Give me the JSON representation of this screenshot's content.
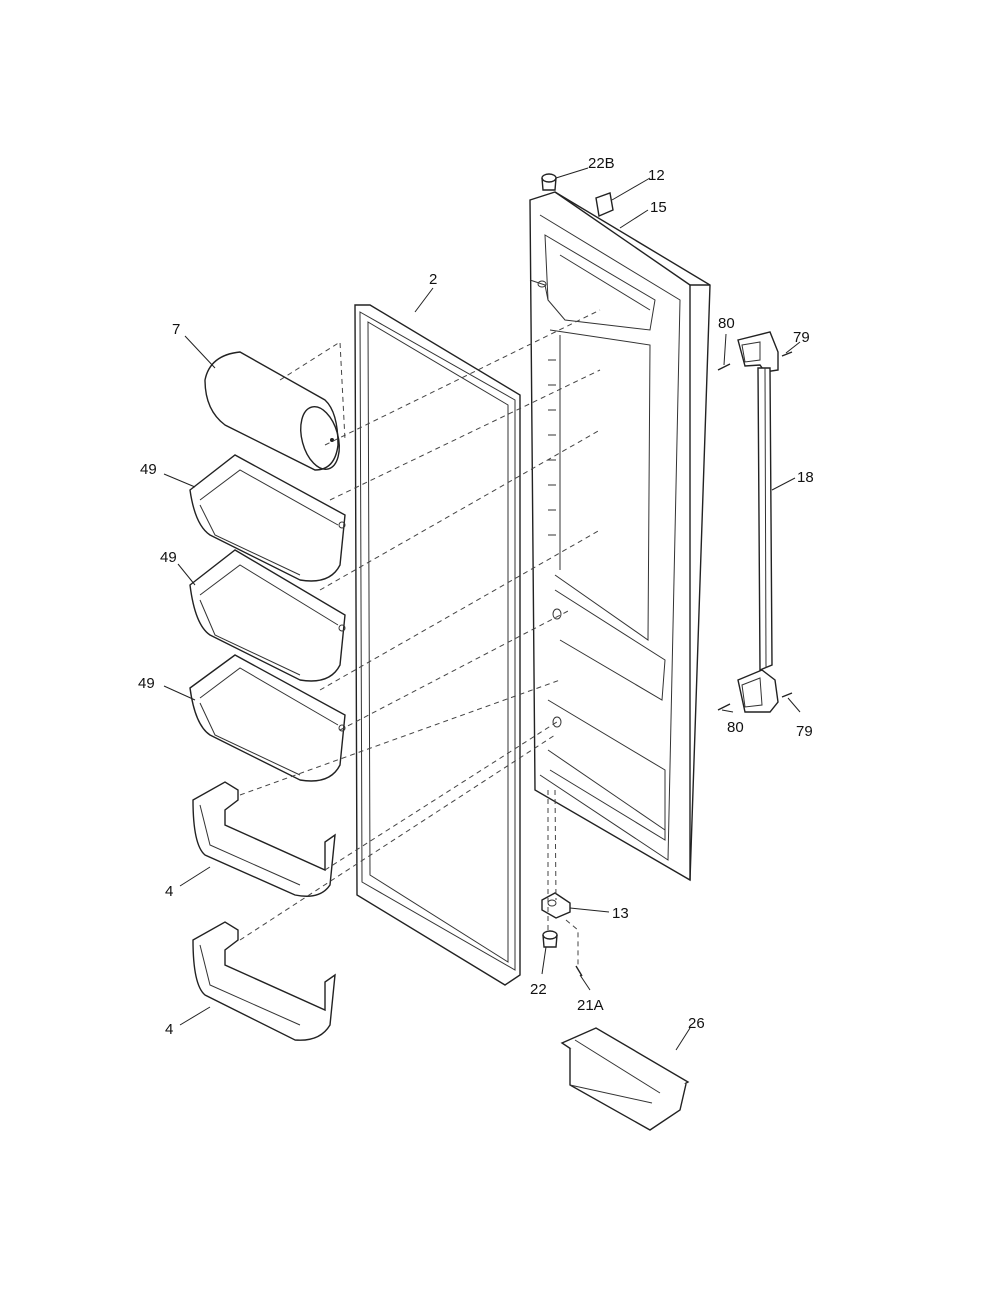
{
  "diagram": {
    "labels": {
      "p22b": "22B",
      "p12": "12",
      "p15": "15",
      "p2": "2",
      "p7": "7",
      "p80a": "80",
      "p79a": "79",
      "p18": "18",
      "p49a": "49",
      "p49b": "49",
      "p49c": "49",
      "p80b": "80",
      "p79b": "79",
      "p4a": "4",
      "p4b": "4",
      "p13": "13",
      "p22": "22",
      "p21a": "21A",
      "p26": "26"
    }
  }
}
